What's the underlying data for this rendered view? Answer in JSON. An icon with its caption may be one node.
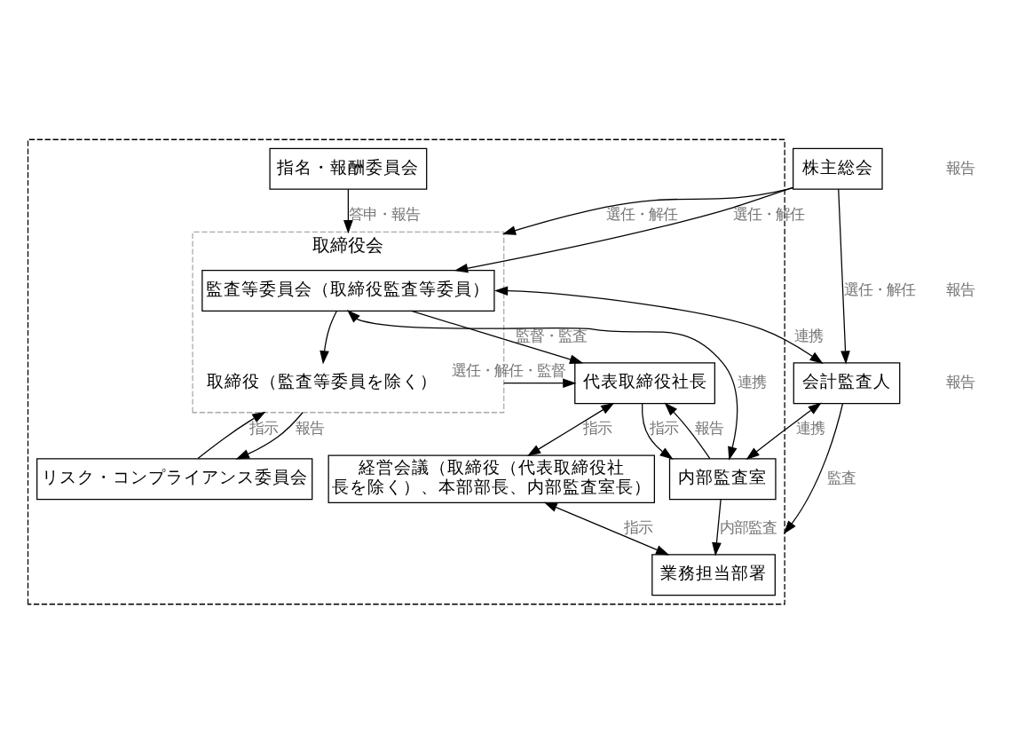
{
  "diagram": {
    "nodes": [
      {
        "text": [
          "株主総会"
        ]
      },
      {
        "text": [],
        "shape": "box"
      },
      {
        "text": [
          "取締役会"
        ],
        "in": 1
      },
      {
        "text": [
          "取締役（監査等委員を除く）"
        ],
        "in": 2
      },
      {
        "text": [
          "監査等委員会（取締役監査等委員）"
        ],
        "in": 2
      },
      {
        "text": [
          "指名・報酬委員会"
        ],
        "in": 1
      },
      {
        "text": [
          "リスク・コンプライアンス委員会"
        ],
        "in": 1
      },
      {
        "text": [
          "代表取締役社長"
        ],
        "in": 1
      },
      {
        "text": [
          "内部監査室"
        ],
        "in": 1
      },
      {
        "text": [
          "経営会議（取締役（代表取締役社長を除く）、本部部長、内部監査室長）"
        ],
        "in": 1
      },
      {
        "text": [
          "業務担当部署"
        ],
        "in": 1
      },
      {
        "text": [
          "会計監査人"
        ]
      }
    ],
    "edges": [
      {
        "from": 0,
        "to": 2,
        "arrow": "to",
        "label": "選任・解任"
      },
      {
        "from": 0,
        "to": 4,
        "arrow": "to",
        "label": "選任・解任"
      },
      {
        "from": 0,
        "to": 11,
        "arrow": "to",
        "label": "選任・解任"
      },
      {
        "from": 5,
        "to": 2,
        "arrow": "to",
        "label": "答申・報告"
      },
      {
        "from": 4,
        "to": 3,
        "arrow": "to"
      },
      {
        "from": 4,
        "to": 7,
        "arrow": "to",
        "label": "監督・監査"
      },
      {
        "from": 4,
        "to": 11,
        "arrow": "both",
        "label": "連携"
      },
      {
        "from": 6,
        "to": 2,
        "arrow": "to",
        "label": "指示"
      },
      {
        "from": 2,
        "to": 6,
        "arrow": "to",
        "label": "報告"
      },
      {
        "from": 2,
        "to": 7,
        "arrow": "to",
        "label": "選任・解任・監督"
      },
      {
        "from": 8,
        "to": 4,
        "arrow": "both",
        "label": "連携"
      },
      {
        "from": 11,
        "to": 1,
        "arrow": "to",
        "label": "監査"
      },
      {
        "from": 8,
        "to": 7,
        "arrow": "to",
        "label": "報告"
      },
      {
        "from": 7,
        "to": 8,
        "arrow": "to",
        "label": "指示"
      },
      {
        "from": 11,
        "to": 8,
        "arrow": "both",
        "label": "連携"
      },
      {
        "from": 7,
        "to": 9,
        "arrow": "both",
        "label": "指示"
      },
      {
        "from": 9,
        "to": 10,
        "arrow": "both",
        "label": "指示"
      },
      {
        "from": 8,
        "to": 10,
        "arrow": "to",
        "label": "内部監査"
      }
    ],
    "labels": [
      "報告",
      "報告",
      "報告"
    ]
  }
}
